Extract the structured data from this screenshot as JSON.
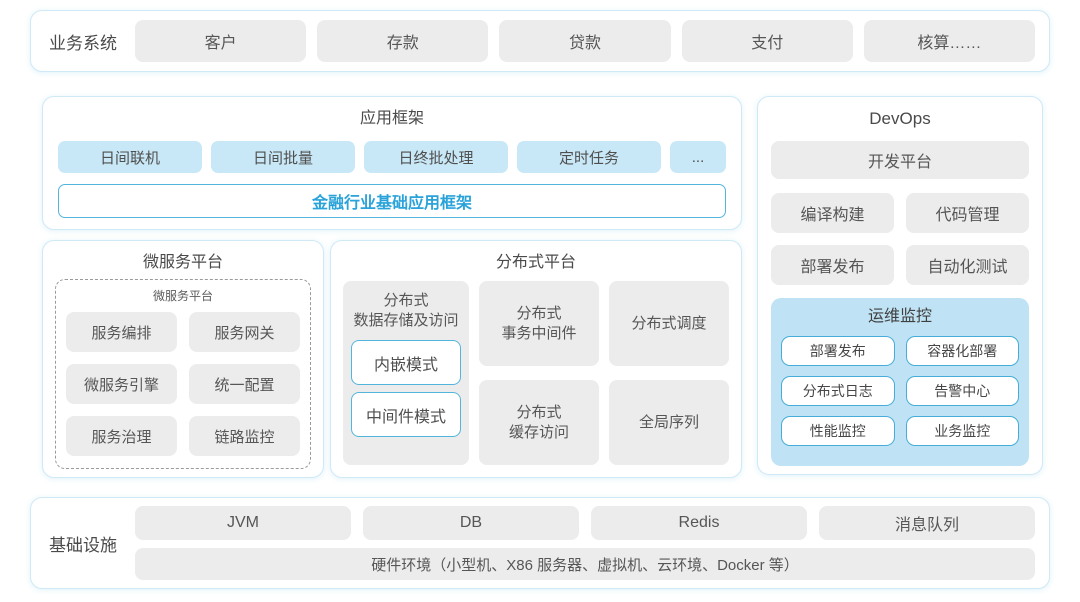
{
  "colors": {
    "panel_border": "#cfe9f6",
    "gray_box_bg": "#ececec",
    "blue_box_bg": "#c9e8f7",
    "accent_border": "#54b5dc",
    "accent_text": "#2aa3da",
    "ops_panel_bg": "#bfe3f4",
    "text_dark": "#4a4a4a"
  },
  "business": {
    "label": "业务系统",
    "items": [
      "客户",
      "存款",
      "贷款",
      "支付",
      "核算……"
    ]
  },
  "app_framework": {
    "title": "应用框架",
    "items": [
      "日间联机",
      "日间批量",
      "日终批处理",
      "定时任务",
      "..."
    ],
    "base": "金融行业基础应用框架"
  },
  "microservice": {
    "title": "微服务平台",
    "inner_title": "微服务平台",
    "items": [
      "服务编排",
      "服务网关",
      "微服务引擎",
      "统一配置",
      "服务治理",
      "链路监控"
    ]
  },
  "distributed": {
    "title": "分布式平台",
    "storage": {
      "label": "分布式\n数据存储及访问",
      "modes": [
        "内嵌模式",
        "中间件模式"
      ]
    },
    "cells": [
      "分布式\n事务中间件",
      "分布式调度",
      "分布式\n缓存访问",
      "全局序列"
    ]
  },
  "devops": {
    "title": "DevOps",
    "full_item": "开发平台",
    "items": [
      "编译构建",
      "代码管理",
      "部署发布",
      "自动化测试"
    ],
    "monitor": {
      "title": "运维监控",
      "items": [
        "部署发布",
        "容器化部署",
        "分布式日志",
        "告警中心",
        "性能监控",
        "业务监控"
      ]
    }
  },
  "infrastructure": {
    "label": "基础设施",
    "items": [
      "JVM",
      "DB",
      "Redis",
      "消息队列"
    ],
    "hardware": "硬件环境（小型机、X86 服务器、虚拟机、云环境、Docker 等）"
  }
}
